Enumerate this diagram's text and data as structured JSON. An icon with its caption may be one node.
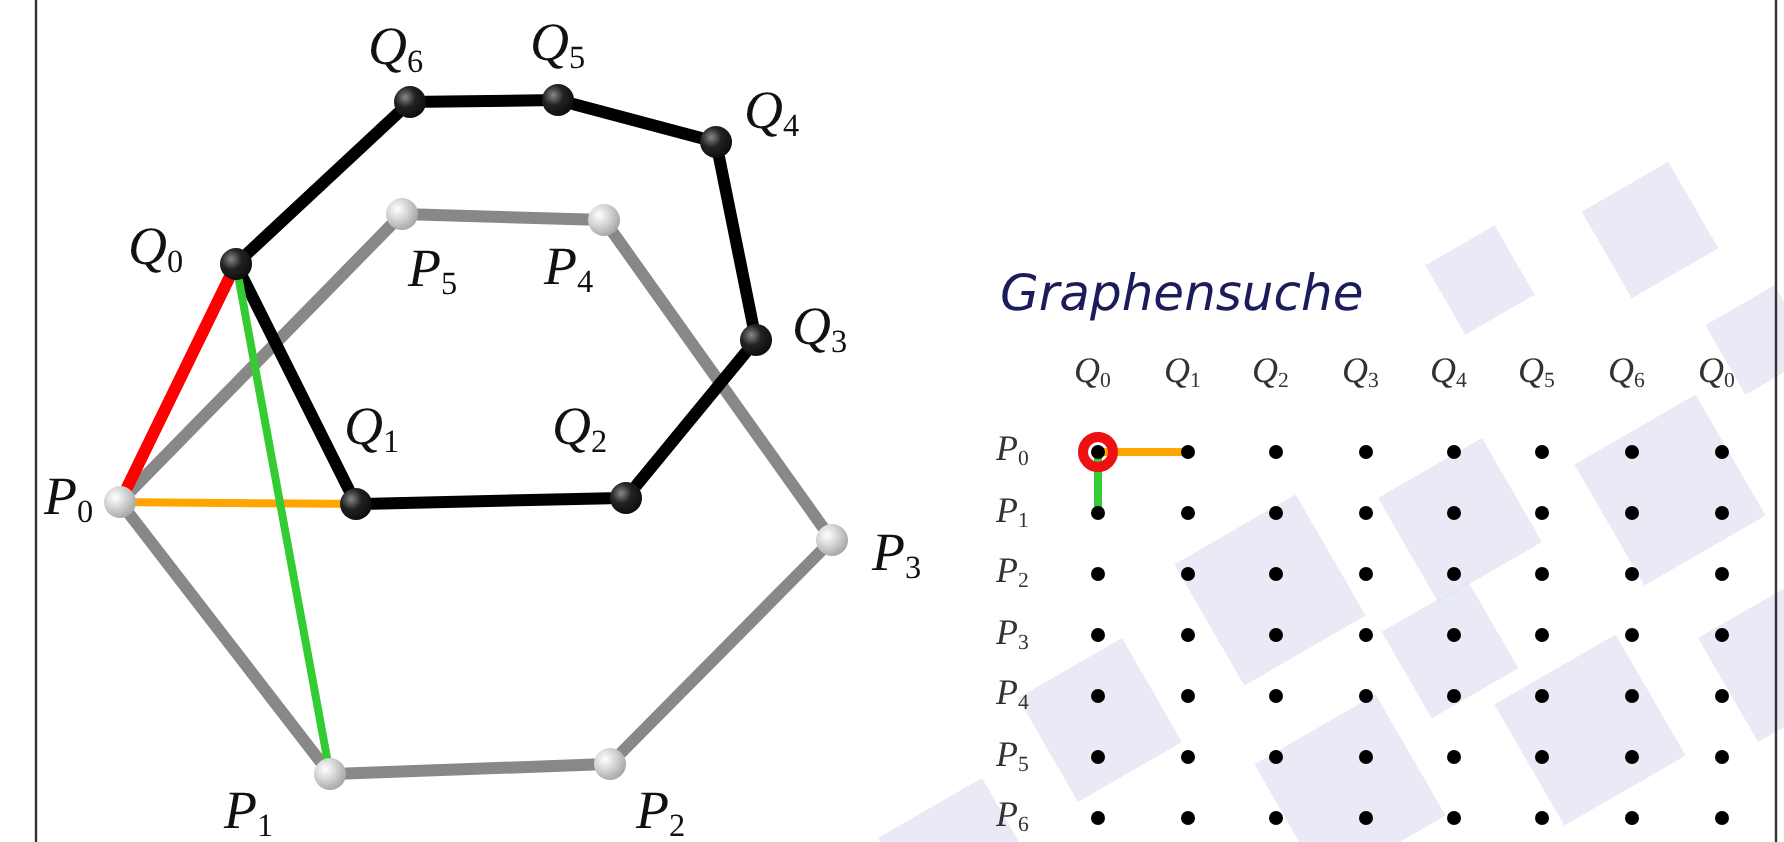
{
  "diagram": {
    "title": "Graphensuche",
    "nodes": [
      {
        "text": [
          "*P*$_{0}$"
        ]
      },
      {
        "text": [
          "*P*$_{1}$"
        ]
      },
      {
        "text": [
          "*P*$_{2}$"
        ]
      },
      {
        "text": [
          "*P*$_{3}$"
        ]
      },
      {
        "text": [
          "*P*$_{4}$"
        ]
      },
      {
        "text": [
          "*P*$_{5}$"
        ]
      },
      {
        "text": [
          "*Q*$_{0}$"
        ]
      },
      {
        "text": [
          "*Q*$_{1}$"
        ]
      },
      {
        "text": [
          "*Q*$_{2}$"
        ]
      },
      {
        "text": [
          "*Q*$_{3}$"
        ]
      },
      {
        "text": [
          "*Q*$_{4}$"
        ]
      },
      {
        "text": [
          "*Q*$_{5}$"
        ]
      },
      {
        "text": [
          "*Q*$_{6}$"
        ]
      }
    ],
    "edges": [
      {
        "from": 0,
        "to": 1,
        "arrow": "none",
        "color": "#888888"
      },
      {
        "from": 1,
        "to": 2,
        "arrow": "none",
        "color": "#888888"
      },
      {
        "from": 2,
        "to": 3,
        "arrow": "none",
        "color": "#888888"
      },
      {
        "from": 3,
        "to": 4,
        "arrow": "none",
        "color": "#888888"
      },
      {
        "from": 4,
        "to": 5,
        "arrow": "none",
        "color": "#888888"
      },
      {
        "from": 5,
        "to": 0,
        "arrow": "none",
        "color": "#888888"
      },
      {
        "from": 6,
        "to": 7,
        "arrow": "none"
      },
      {
        "from": 7,
        "to": 8,
        "arrow": "none"
      },
      {
        "from": 8,
        "to": 9,
        "arrow": "none"
      },
      {
        "from": 9,
        "to": 10,
        "arrow": "none"
      },
      {
        "from": 10,
        "to": 11,
        "arrow": "none"
      },
      {
        "from": 11,
        "to": 12,
        "arrow": "none"
      },
      {
        "from": 12,
        "to": 6,
        "arrow": "none"
      },
      {
        "from": 0,
        "to": 6,
        "arrow": "none",
        "color": "#ff0000"
      },
      {
        "from": 0,
        "to": 7,
        "arrow": "none",
        "color": "#ffa500"
      },
      {
        "from": 6,
        "to": 1,
        "arrow": "none",
        "color": "#33cc33"
      }
    ],
    "labels": [
      "*Q*$_{0}$",
      "*Q*$_{1}$",
      "*Q*$_{2}$",
      "*Q*$_{3}$",
      "*Q*$_{4}$",
      "*Q*$_{5}$",
      "*Q*$_{6}$",
      "*Q*$_{0}$",
      "*P*$_{0}$",
      "*P*$_{1}$",
      "*P*$_{2}$",
      "*P*$_{3}$",
      "*P*$_{4}$",
      "*P*$_{5}$",
      "*P*$_{6}$"
    ]
  }
}
